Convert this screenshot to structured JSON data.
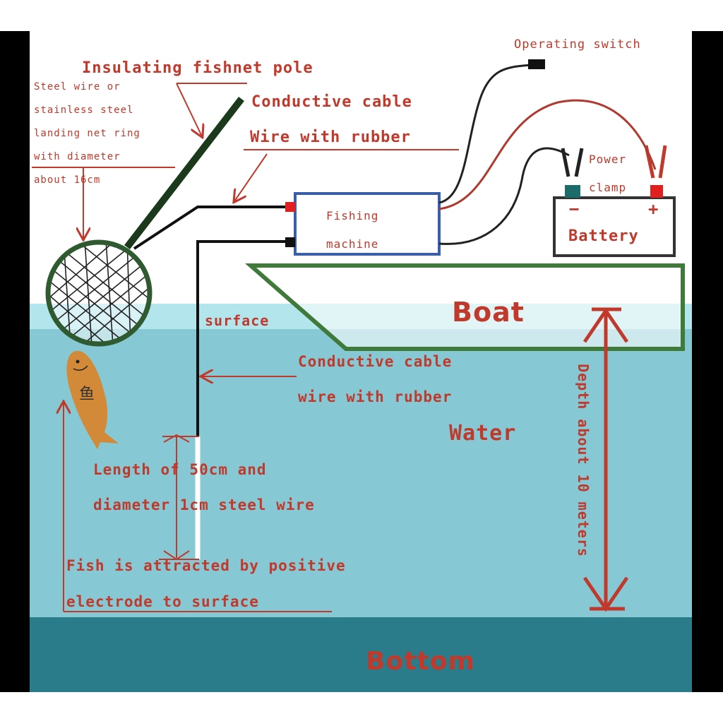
{
  "labels": {
    "operating_switch": "Operating switch",
    "insulating_pole": "Insulating fishnet pole",
    "ring_line1": "Steel wire or",
    "ring_line2": "stainless steel",
    "ring_line3": "landing net ring",
    "ring_line4": "with diameter",
    "ring_line5": "about 16cm",
    "conductive_cable_top": "Conductive cable",
    "wire_rubber_top": "Wire with rubber",
    "fishing_machine_line1": "Fishing",
    "fishing_machine_line2": "machine",
    "power_clamp_line1": "Power",
    "power_clamp_line2": "clamp",
    "battery": "Battery",
    "battery_minus": "−",
    "battery_plus": "+",
    "boat": "Boat",
    "surface": "surface",
    "conductive_cable_water": "Conductive cable",
    "wire_rubber_water": "wire with rubber",
    "water": "Water",
    "depth": "Depth about 10 meters",
    "length_line1": "Length of 50cm and",
    "length_line2": "diameter 1cm steel wire",
    "fish_line1": "Fish is attracted by positive",
    "fish_line2": "electrode to surface",
    "fish_char": "鱼",
    "bottom": "Bottom"
  },
  "colors": {
    "label_red": "#c0392b",
    "sky": "#ffffff",
    "water": "#86c8d3",
    "surface_band": "#b3e5ec",
    "bottom": "#2b7c8a",
    "boat_outline": "#3f7a3a",
    "machine_border": "#3b5ea8",
    "fish": "#d28a38"
  }
}
